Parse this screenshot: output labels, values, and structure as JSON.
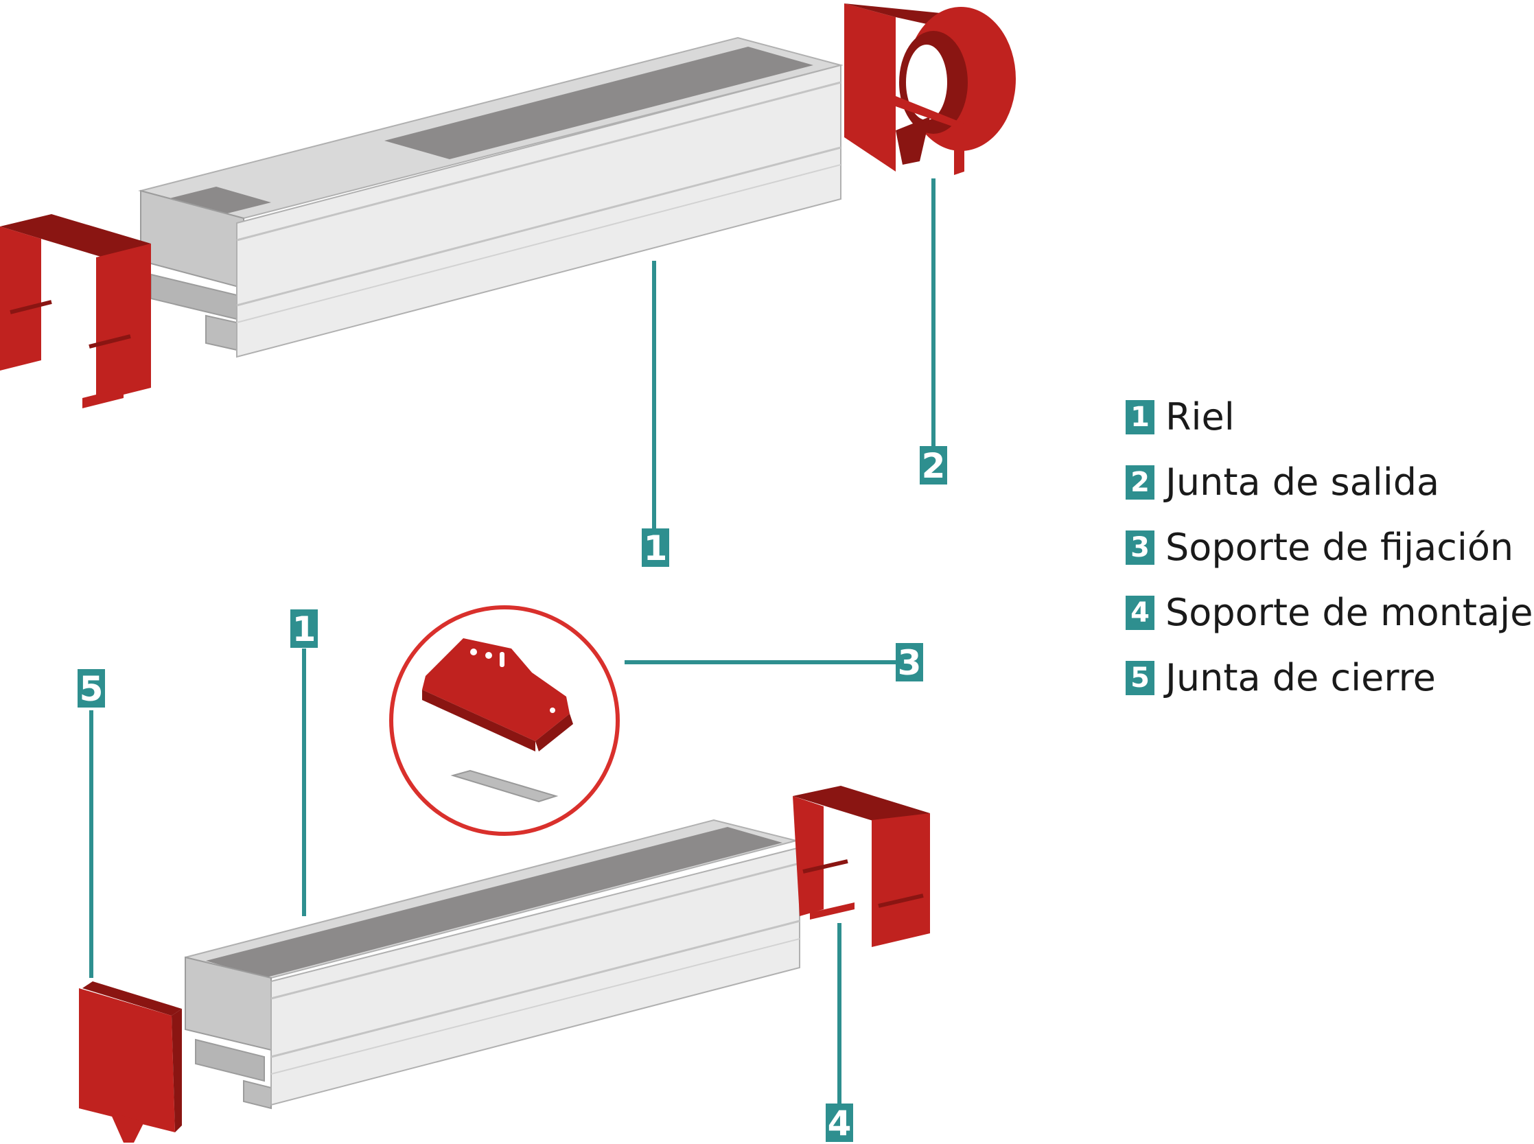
{
  "colors": {
    "teal": "#2e8f8f",
    "red": "#c0221f",
    "red_dark": "#8a1512",
    "rail_light": "#e8e8e8",
    "rail_mid": "#cfcfcf",
    "rail_dark": "#a9a9a9",
    "rail_top": "#8e8e8e",
    "circle": "#d9302c"
  },
  "callouts": {
    "top_rail": "1",
    "outlet_joint": "2",
    "fixing_bracket": "3",
    "mounting_bracket": "4",
    "end_cap": "5",
    "bottom_rail": "1"
  },
  "legend": {
    "items": [
      {
        "number": "1",
        "label": "Riel"
      },
      {
        "number": "2",
        "label": "Junta de salida"
      },
      {
        "number": "3",
        "label": "Soporte de fijación"
      },
      {
        "number": "4",
        "label": "Soporte de montaje"
      },
      {
        "number": "5",
        "label": "Junta de cierre"
      }
    ]
  }
}
